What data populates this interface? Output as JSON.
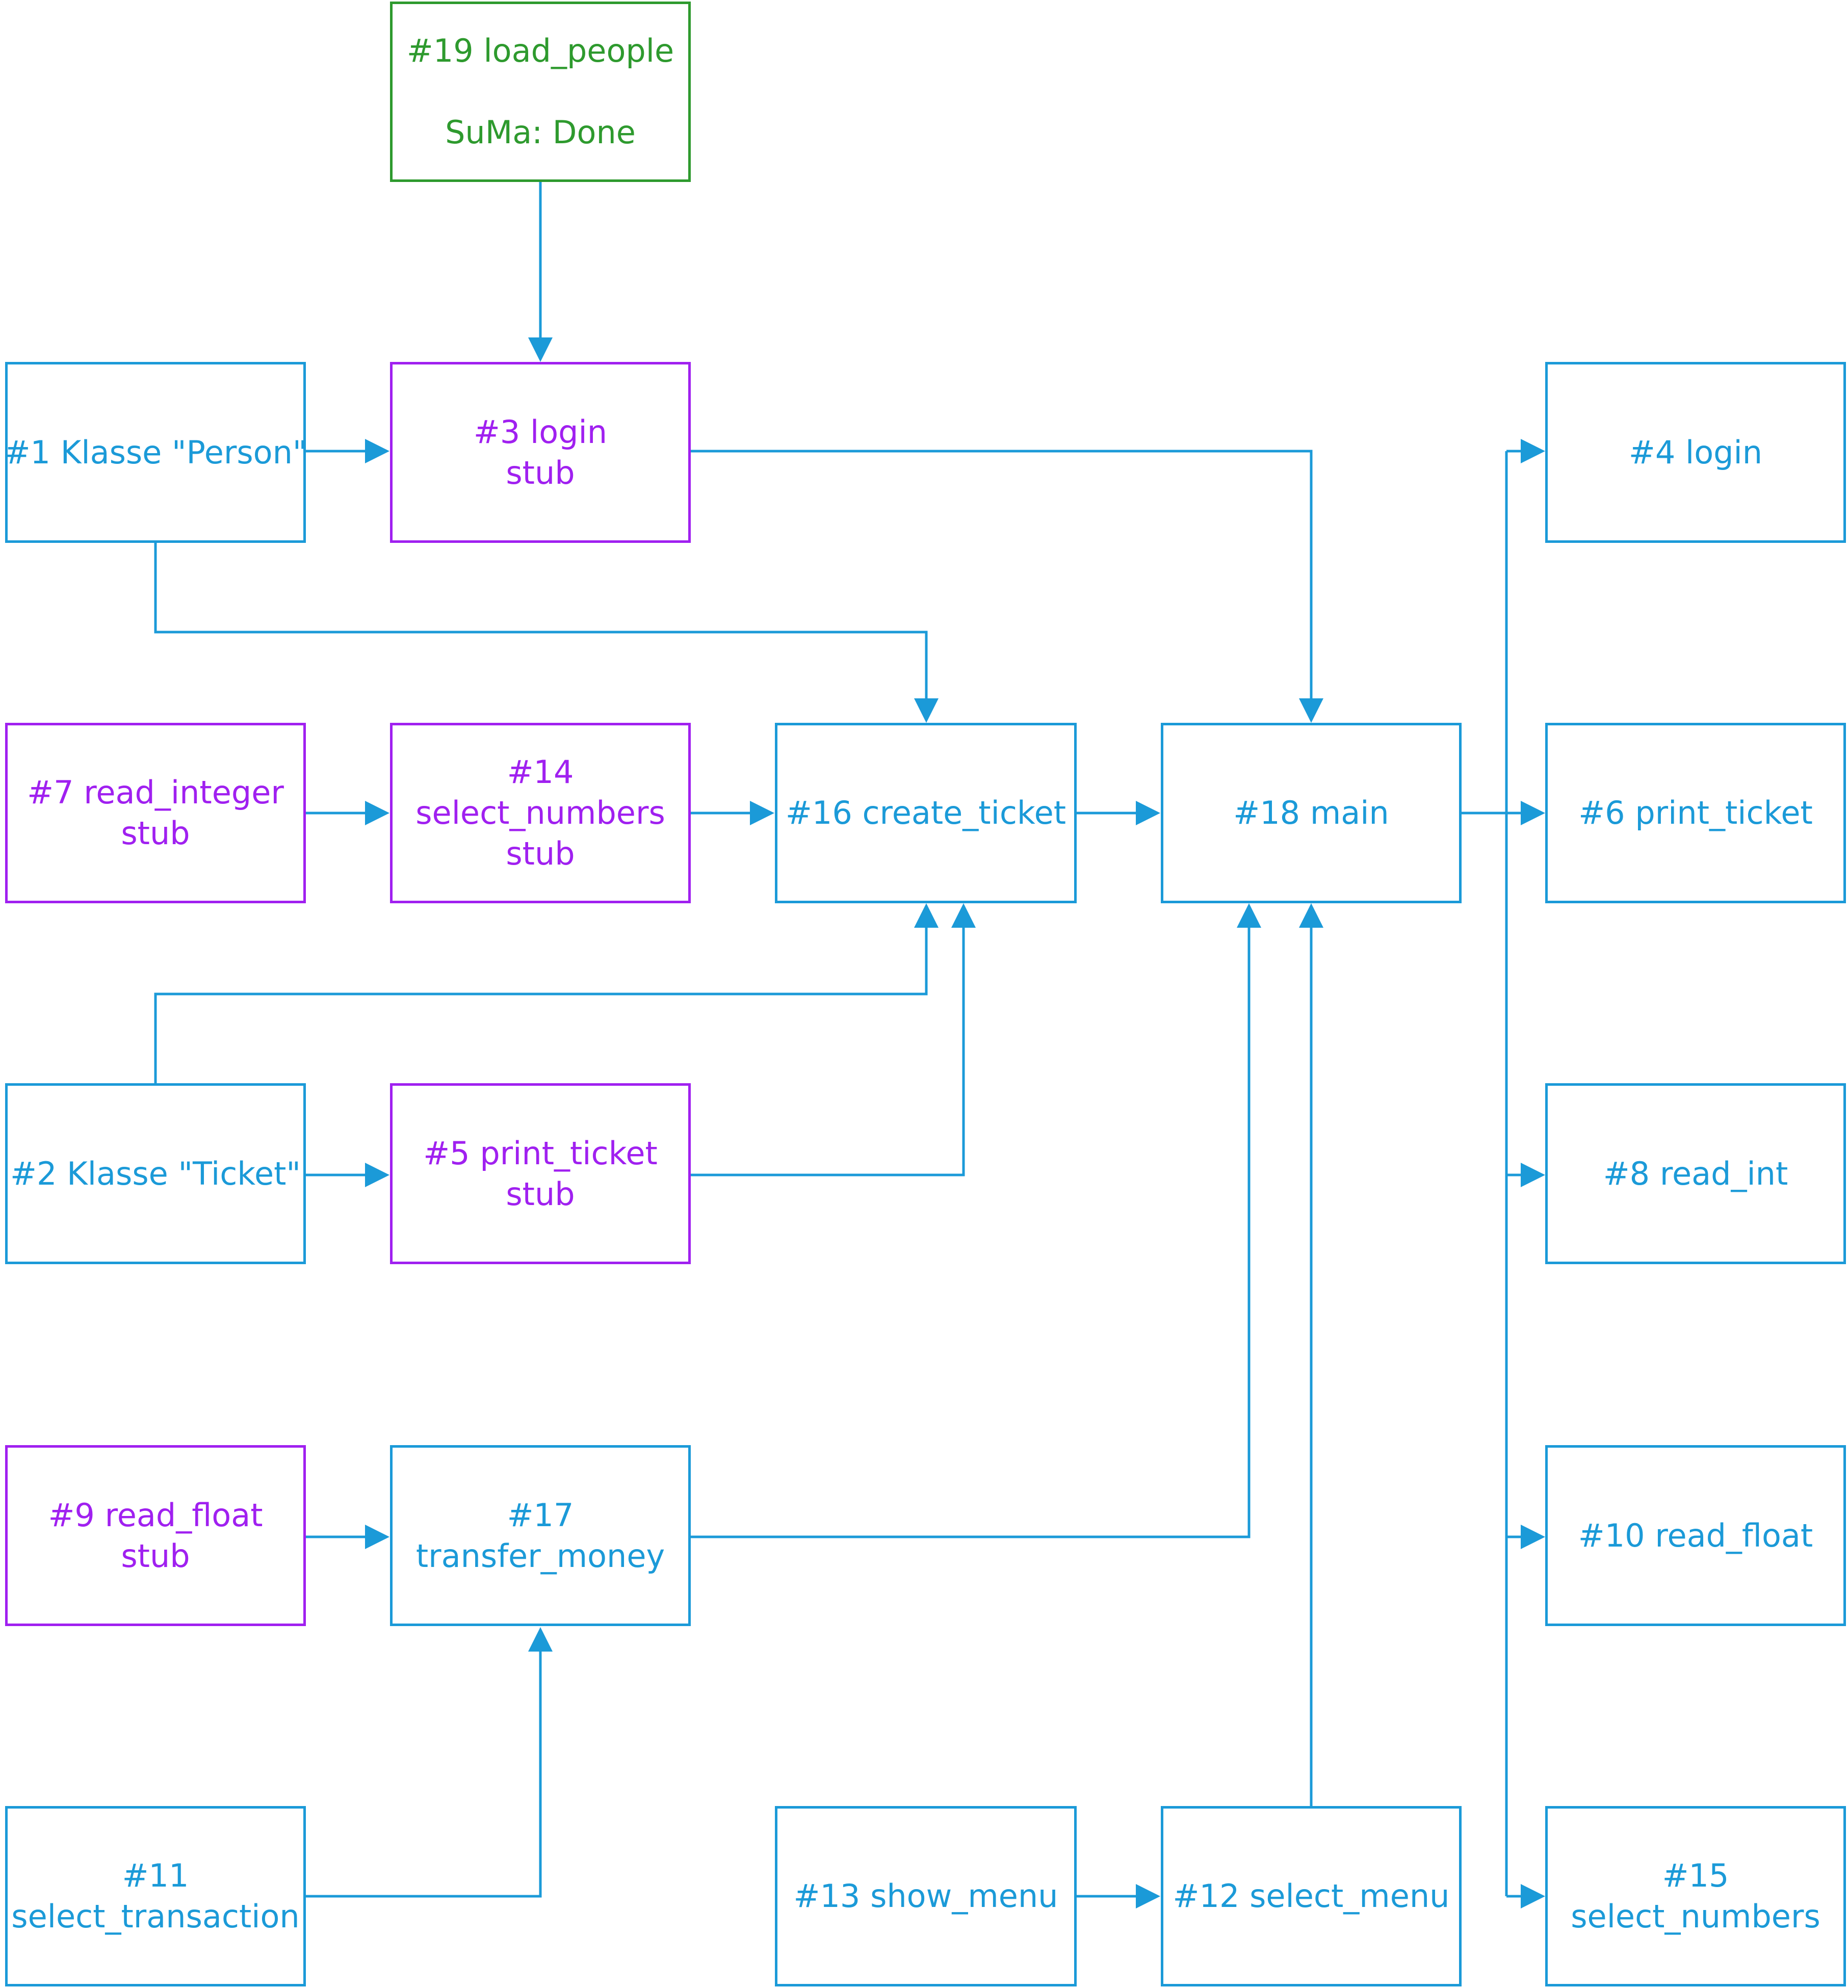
{
  "colors": {
    "normal": "#1B9AD8",
    "stub": "#A020F0",
    "done": "#2E9A2E",
    "background": "#FFFFFF"
  },
  "nodes": {
    "n19": {
      "id": "#19 load_people",
      "status": "SuMa: Done",
      "kind": "done"
    },
    "n1": {
      "label": "#1 Klasse \"Person\"",
      "kind": "normal"
    },
    "n3": {
      "line1": "#3 login",
      "line2": "stub",
      "kind": "stub"
    },
    "n4": {
      "label": "#4 login",
      "kind": "normal"
    },
    "n7": {
      "line1": "#7 read_integer",
      "line2": "stub",
      "kind": "stub"
    },
    "n14": {
      "line1": "#14",
      "line2": "select_numbers",
      "line3": "stub",
      "kind": "stub"
    },
    "n16": {
      "label": "#16 create_ticket",
      "kind": "normal"
    },
    "n18": {
      "label": "#18 main",
      "kind": "normal"
    },
    "n6": {
      "label": "#6 print_ticket",
      "kind": "normal"
    },
    "n2": {
      "label": "#2 Klasse \"Ticket\"",
      "kind": "normal"
    },
    "n5": {
      "line1": "#5 print_ticket",
      "line2": "stub",
      "kind": "stub"
    },
    "n8": {
      "label": "#8 read_int",
      "kind": "normal"
    },
    "n9": {
      "line1": "#9 read_float",
      "line2": "stub",
      "kind": "stub"
    },
    "n17": {
      "line1": "#17",
      "line2": "transfer_money",
      "kind": "normal"
    },
    "n10": {
      "label": "#10 read_float",
      "kind": "normal"
    },
    "n11": {
      "line1": "#11",
      "line2": "select_transaction",
      "kind": "normal"
    },
    "n13": {
      "label": "#13 show_menu",
      "kind": "normal"
    },
    "n12": {
      "label": "#12 select_menu",
      "kind": "normal"
    },
    "n15": {
      "line1": "#15",
      "line2": "select_numbers",
      "kind": "normal"
    }
  },
  "edges": [
    {
      "from": "#19 load_people",
      "to": "#3 login"
    },
    {
      "from": "#1 Klasse \"Person\"",
      "to": "#3 login"
    },
    {
      "from": "#1 Klasse \"Person\"",
      "to": "#16 create_ticket"
    },
    {
      "from": "#3 login",
      "to": "#18 main"
    },
    {
      "from": "#7 read_integer",
      "to": "#14 select_numbers"
    },
    {
      "from": "#14 select_numbers",
      "to": "#16 create_ticket"
    },
    {
      "from": "#16 create_ticket",
      "to": "#18 main"
    },
    {
      "from": "#2 Klasse \"Ticket\"",
      "to": "#16 create_ticket"
    },
    {
      "from": "#2 Klasse \"Ticket\"",
      "to": "#5 print_ticket"
    },
    {
      "from": "#5 print_ticket",
      "to": "#16 create_ticket"
    },
    {
      "from": "#9 read_float",
      "to": "#17 transfer_money"
    },
    {
      "from": "#11 select_transaction",
      "to": "#17 transfer_money"
    },
    {
      "from": "#17 transfer_money",
      "to": "#18 main"
    },
    {
      "from": "#13 show_menu",
      "to": "#12 select_menu"
    },
    {
      "from": "#12 select_menu",
      "to": "#18 main"
    },
    {
      "from": "#18 main",
      "to": "#4 login"
    },
    {
      "from": "#18 main",
      "to": "#6 print_ticket"
    },
    {
      "from": "#18 main",
      "to": "#8 read_int"
    },
    {
      "from": "#18 main",
      "to": "#10 read_float"
    },
    {
      "from": "#18 main",
      "to": "#15 select_numbers"
    }
  ]
}
